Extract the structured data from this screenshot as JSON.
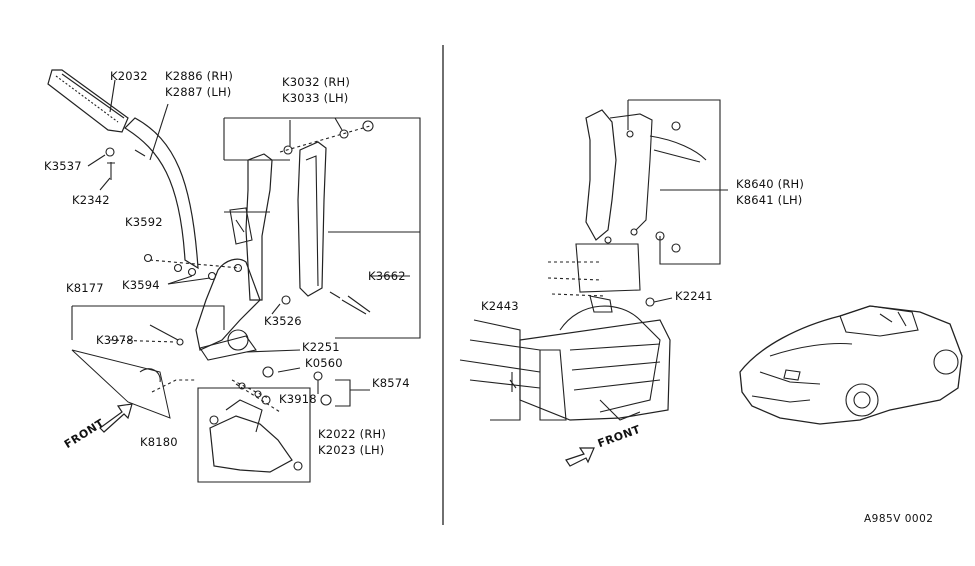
{
  "labels": {
    "k2032": "K2032",
    "k2886": "K2886 (RH)",
    "k2887": "K2887 (LH)",
    "k3032": "K3032 (RH)",
    "k3033": "K3033 (LH)",
    "k3537": "K3537",
    "k2342": "K2342",
    "k3592": "K3592",
    "k3594": "K3594",
    "k8177": "K8177",
    "k3662": "K3662",
    "k3526": "K3526",
    "k3978": "K3978",
    "k2251": "K2251",
    "k0560": "K0560",
    "k8574": "K8574",
    "k3918": "K3918",
    "k8180": "K8180",
    "k2022": "K2022 (RH)",
    "k2023": "K2023 (LH)",
    "k8640": "K8640 (RH)",
    "k8641": "K8641 (LH)",
    "k2443": "K2443",
    "k2241": "K2241"
  },
  "front_left": "FRONT",
  "front_right": "FRONT",
  "figure_code": "A985V 0002"
}
